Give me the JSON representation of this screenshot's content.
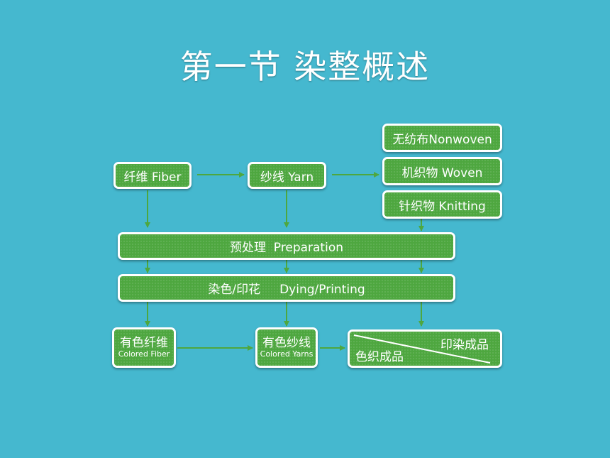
{
  "title": "第一节 染整概述",
  "nodes": {
    "fiber": "纤维  Fiber",
    "yarn": "纱线  Yarn",
    "nonwoven": "无纺布Nonwoven",
    "woven": "机织物 Woven",
    "knitting": "针织物 Knitting",
    "preparation": "预处理  Preparation",
    "dyeing_printing": "染色/印花     Dying/Printing",
    "colored_fiber": {
      "cn": "有色纤维",
      "en": "Colored Fiber"
    },
    "colored_yarns": {
      "cn": "有色纱线",
      "en": "Colored Yarns"
    },
    "result": {
      "printed": "印染成品",
      "woven_colored": "色织成品"
    }
  },
  "colors": {
    "background": "#45b8cf",
    "box": "#4ea73f",
    "border": "#ffffff",
    "arrow": "#4ea73f"
  }
}
